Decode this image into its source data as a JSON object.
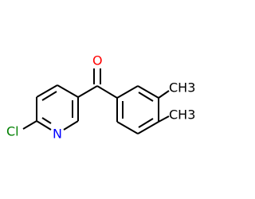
{
  "molecule": {
    "atoms": {
      "oxygen": {
        "label": "O",
        "color": "#ff0000"
      },
      "chlorine": {
        "label": "Cl",
        "color": "#008000"
      },
      "nitrogen": {
        "label": "N",
        "color": "#0000ff"
      },
      "methyl_upper": {
        "label": "CH3",
        "color": "#000000"
      },
      "methyl_lower": {
        "label": "CH3",
        "color": "#000000"
      }
    },
    "bond_color": "#000000"
  }
}
